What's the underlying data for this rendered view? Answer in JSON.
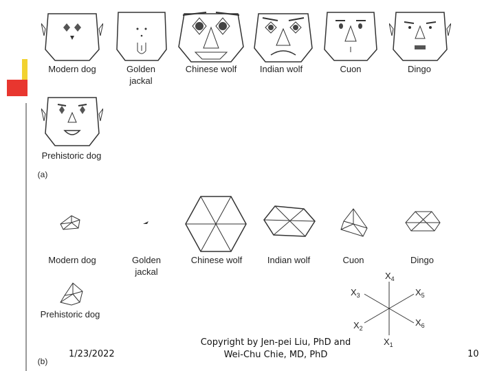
{
  "panel_a": {
    "marker": "(a)",
    "faces": [
      {
        "label": "Modern dog"
      },
      {
        "label": "Golden\njackal"
      },
      {
        "label": "Chinese wolf"
      },
      {
        "label": "Indian wolf"
      },
      {
        "label": "Cuon"
      },
      {
        "label": "Dingo"
      },
      {
        "label": "Prehistoric dog"
      }
    ]
  },
  "panel_b": {
    "marker": "(b)",
    "stars": [
      {
        "label": "Modern dog"
      },
      {
        "label": "Golden\njackal"
      },
      {
        "label": "Chinese wolf"
      },
      {
        "label": "Indian wolf"
      },
      {
        "label": "Cuon"
      },
      {
        "label": "Dingo"
      },
      {
        "label": "Prehistoric dog"
      }
    ],
    "key": {
      "axes": [
        "X1",
        "X2",
        "X3",
        "X4",
        "X5",
        "X6"
      ]
    }
  },
  "footer": {
    "date": "1/23/2022",
    "copyright": "Copyright by Jen-pei Liu, PhD and\nWei-Chu Chie, MD, PhD",
    "page": "10"
  },
  "colors": {
    "accent_yellow": "#f2d230",
    "accent_red": "#e8362f",
    "ink": "#333333"
  }
}
